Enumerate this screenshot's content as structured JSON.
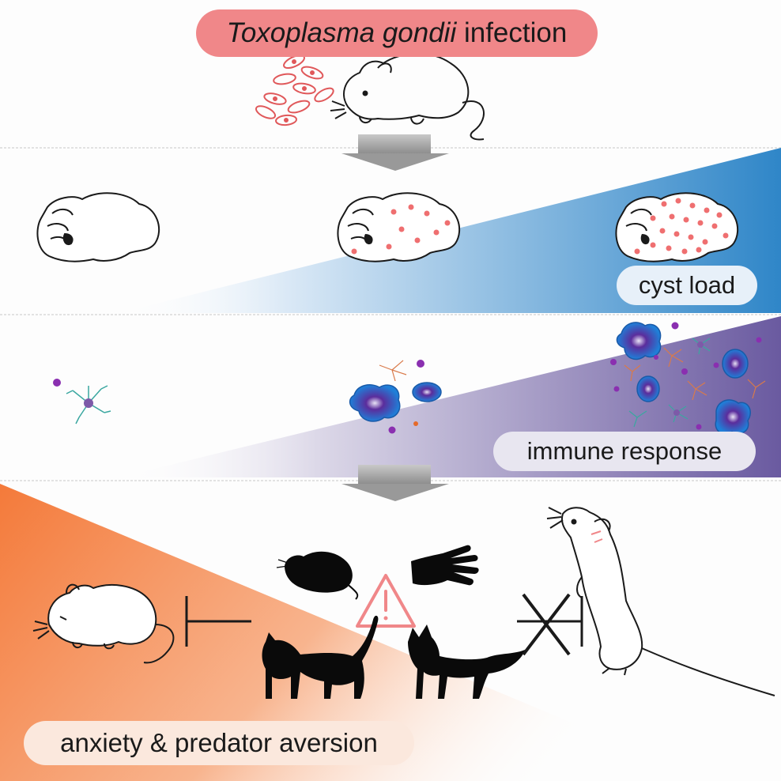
{
  "title": {
    "italic_part": "Toxoplasma gondii",
    "plain_part": " infection"
  },
  "panels": {
    "cyst": {
      "label": "cyst load",
      "color": "#2f86c8"
    },
    "immune": {
      "label": "immune response",
      "color": "#6a5aa0"
    },
    "behavior": {
      "label": "anxiety & predator aversion",
      "color": "#f47a3a"
    }
  },
  "colors": {
    "title_pill": "#f08789",
    "parasite": "#e0585a",
    "cell_blue": "#1f7fd8",
    "cell_purple": "#6b2ea8"
  }
}
